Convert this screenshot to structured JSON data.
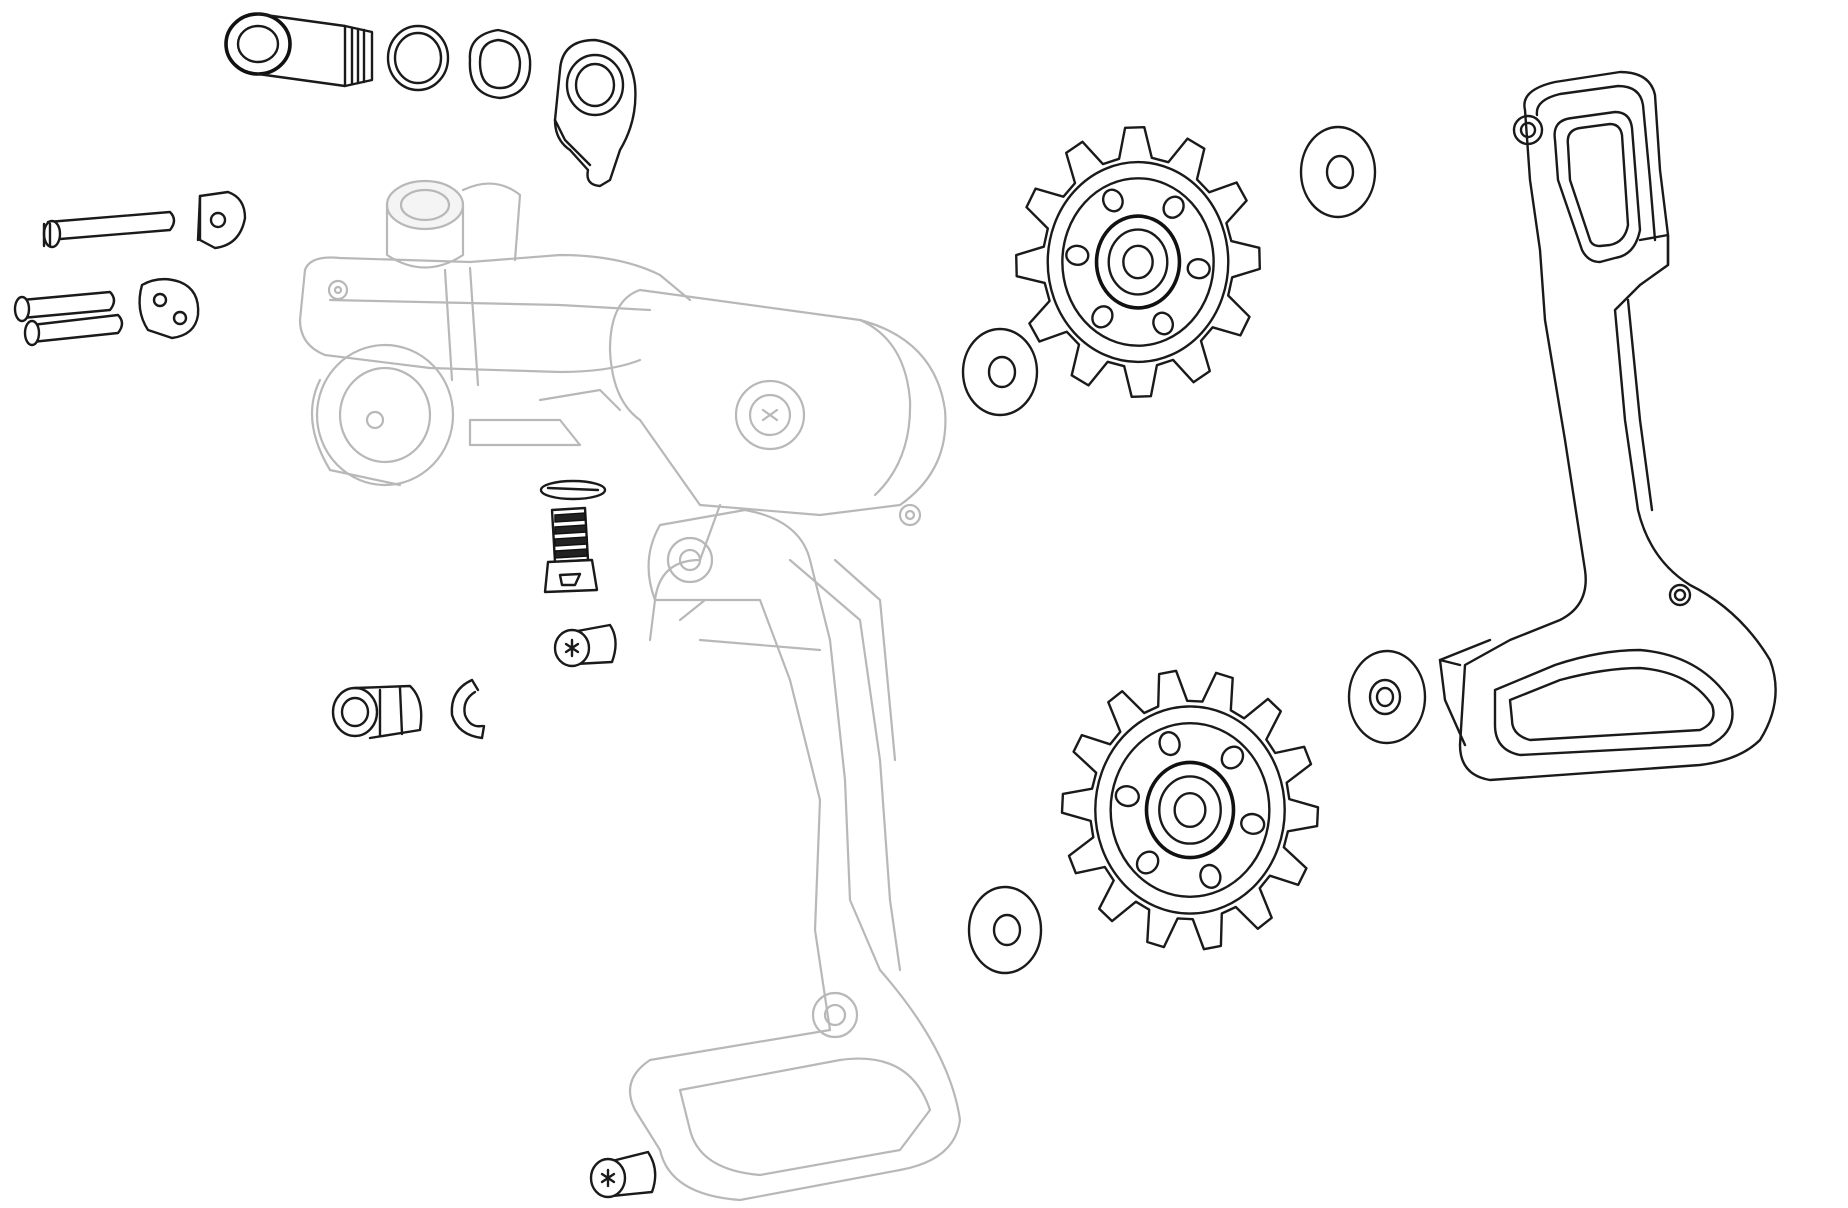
{
  "diagram": {
    "background": "#ffffff",
    "ink_color": "#1a1a1a",
    "ghost_color": "#b8b8b8",
    "parts": [
      {
        "id": "b-knuckle-bolt",
        "icon": "bolt-icon"
      },
      {
        "id": "bolt-washer-flat",
        "icon": "washer-icon"
      },
      {
        "id": "bolt-washer-wave",
        "icon": "washer-icon"
      },
      {
        "id": "b-tension-washer",
        "icon": "tab-washer-icon"
      },
      {
        "id": "limit-screw-pin",
        "icon": "pin-icon"
      },
      {
        "id": "single-hole-nut",
        "icon": "nut-icon"
      },
      {
        "id": "twin-pins",
        "icon": "pin-icon"
      },
      {
        "id": "twin-hole-nut",
        "icon": "nut-icon"
      },
      {
        "id": "derailleur-body-ghost",
        "icon": "derailleur-icon"
      },
      {
        "id": "slotted-washer",
        "icon": "washer-icon"
      },
      {
        "id": "cage-stop-screw",
        "icon": "screw-icon"
      },
      {
        "id": "torx-cap-screw-upper",
        "icon": "torx-screw-icon"
      },
      {
        "id": "cable-barrel-pin",
        "icon": "pin-icon"
      },
      {
        "id": "e-clip",
        "icon": "e-clip-icon"
      },
      {
        "id": "torx-cap-screw-lower",
        "icon": "torx-screw-icon"
      },
      {
        "id": "upper-pulley-wheel",
        "icon": "pulley-icon"
      },
      {
        "id": "upper-pulley-washer-inner",
        "icon": "washer-icon"
      },
      {
        "id": "upper-pulley-washer-outer",
        "icon": "washer-icon"
      },
      {
        "id": "lower-pulley-wheel",
        "icon": "pulley-icon"
      },
      {
        "id": "lower-pulley-washer-inner",
        "icon": "washer-icon"
      },
      {
        "id": "lower-pulley-washer-outer",
        "icon": "washer-icon"
      },
      {
        "id": "outer-cage-plate",
        "icon": "cage-plate-icon"
      }
    ]
  }
}
